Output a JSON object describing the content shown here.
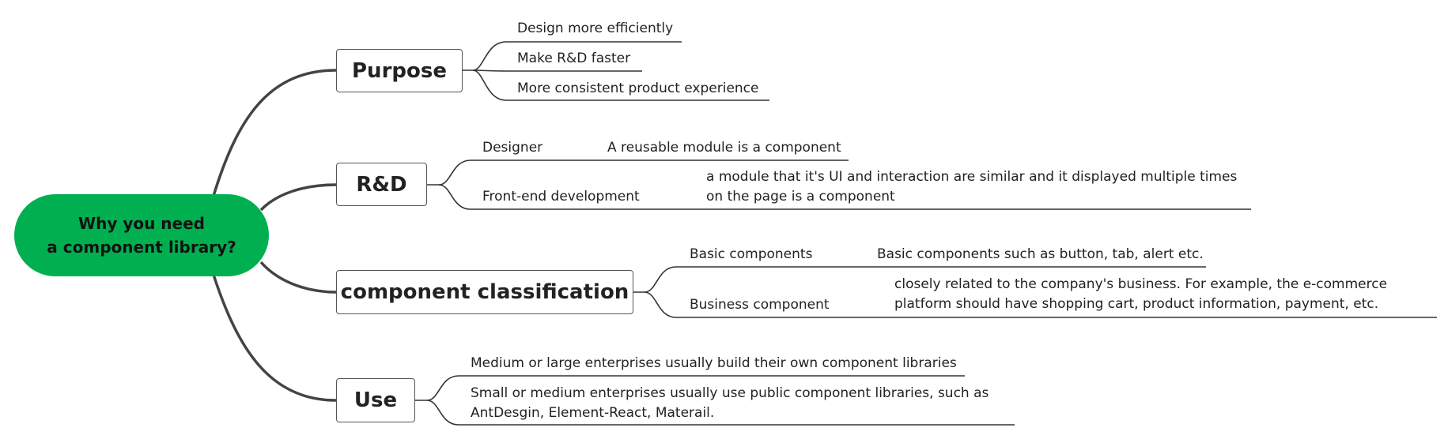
{
  "root": {
    "label": "Why you need\na component library?"
  },
  "branches": [
    {
      "label": "Purpose",
      "children": [
        "Design more efficiently",
        "Make R&D faster",
        "More consistent product experience"
      ]
    },
    {
      "label": "R&D",
      "children": [
        {
          "label": "Designer",
          "detail": "A reusable module is a component"
        },
        {
          "label": "Front-end development",
          "detail": "a module that  it's UI and interaction are similar and it displayed multiple times\non the page is a component"
        }
      ]
    },
    {
      "label": "component classification",
      "children": [
        {
          "label": "Basic components",
          "detail": "Basic components such as button, tab, alert etc."
        },
        {
          "label": "Business component",
          "detail": "closely related to the company's business. For example, the e-commerce\nplatform should have shopping cart, product information, payment, etc."
        }
      ]
    },
    {
      "label": "Use",
      "children": [
        "Medium or large enterprises usually build their own component libraries",
        "Small or medium enterprises usually use public component libraries, such as\nAntDesgin, Element-React, Materail."
      ]
    }
  ],
  "colors": {
    "root_fill": "#00b050",
    "line": "#444444"
  }
}
